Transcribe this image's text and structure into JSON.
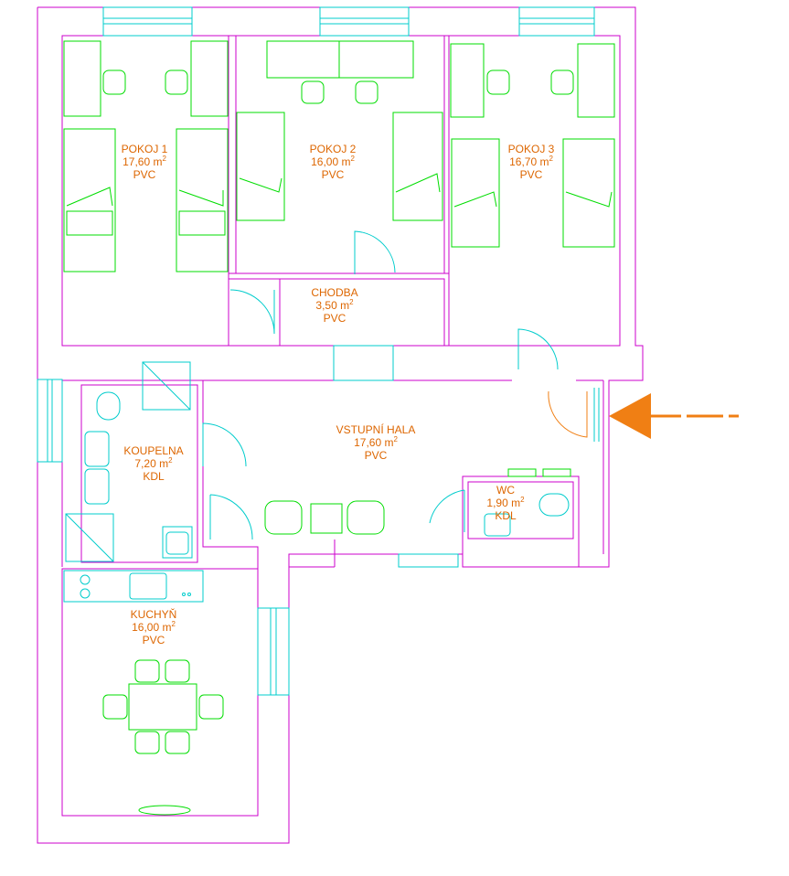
{
  "colors": {
    "wall": "#cc00cc",
    "window": "#00cccc",
    "furniture": "#00dd00",
    "label": "#dd6600",
    "arrow": "#f07f14"
  },
  "rooms": [
    {
      "key": "pokoj1",
      "name": "POKOJ  1",
      "area": "17,60 m",
      "unit_sup": "2",
      "floor": "PVC"
    },
    {
      "key": "pokoj2",
      "name": "POKOJ  2",
      "area": "16,00 m",
      "unit_sup": "2",
      "floor": "PVC"
    },
    {
      "key": "pokoj3",
      "name": "POKOJ  3",
      "area": "16,70 m",
      "unit_sup": "2",
      "floor": "PVC"
    },
    {
      "key": "chodba",
      "name": "CHODBA",
      "area": "3,50 m",
      "unit_sup": "2",
      "floor": "PVC"
    },
    {
      "key": "koupelna",
      "name": "KOUPELNA",
      "area": "7,20 m",
      "unit_sup": "2",
      "floor": "KDL"
    },
    {
      "key": "hala",
      "name": "VSTUPNÍ  HALA",
      "area": "17,60 m",
      "unit_sup": "2",
      "floor": "PVC"
    },
    {
      "key": "wc",
      "name": "WC",
      "area": "1,90 m",
      "unit_sup": "2",
      "floor": "KDL"
    },
    {
      "key": "kuchyn",
      "name": "KUCHYŇ",
      "area": "16,00 m",
      "unit_sup": "2",
      "floor": "PVC"
    }
  ],
  "entrance_marker": {
    "icon": "entrance-arrow-icon"
  }
}
